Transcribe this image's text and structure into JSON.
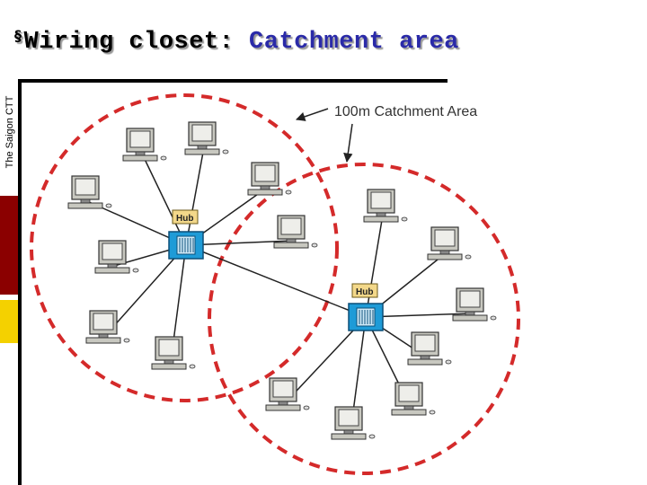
{
  "slide": {
    "bullet": "§",
    "title_part1": "Wiring closet:",
    "title_part2": "Catchment area",
    "sidebar_text": "The Saigon CTT"
  },
  "diagram": {
    "area_label": "100m Catchment Area",
    "hub_label": "Hub",
    "colors": {
      "circle": "#d42a2a",
      "hub": "#1e9bd7",
      "cable": "#222222",
      "computer": "#c8c8c0",
      "screen": "#eeeeea"
    }
  }
}
